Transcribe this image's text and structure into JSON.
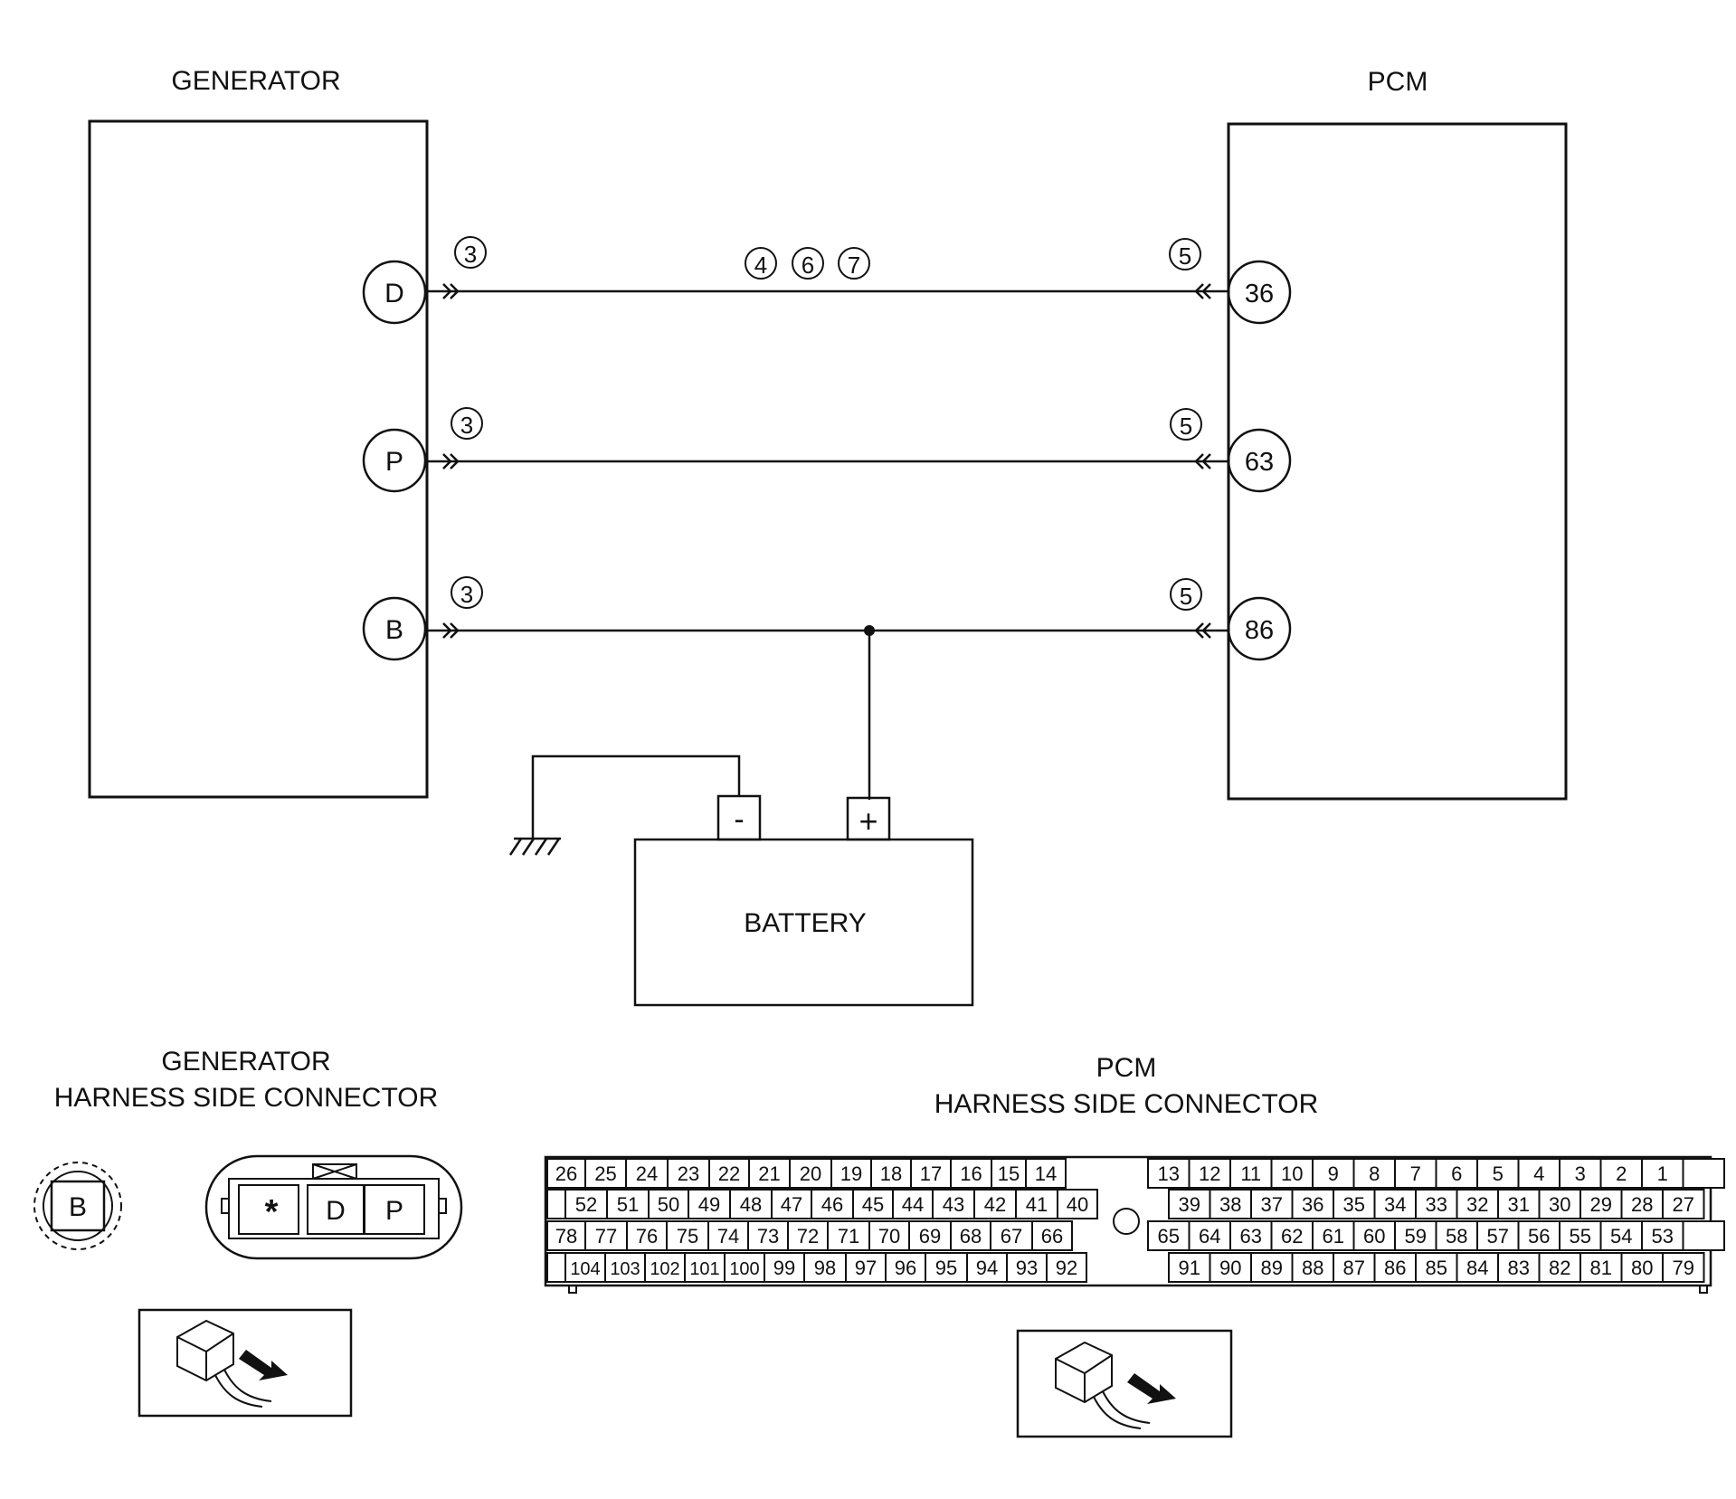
{
  "generator": {
    "title": "GENERATOR",
    "terminals": [
      "D",
      "P",
      "B"
    ]
  },
  "pcm": {
    "title": "PCM",
    "terminals": [
      "36",
      "63",
      "86"
    ]
  },
  "wires": [
    {
      "from": "D",
      "to": "36",
      "left_marks": [
        "3"
      ],
      "mid_marks": [
        "4",
        "6",
        "7"
      ],
      "right_marks": [
        "5"
      ]
    },
    {
      "from": "P",
      "to": "63",
      "left_marks": [
        "3"
      ],
      "mid_marks": [],
      "right_marks": [
        "5"
      ]
    },
    {
      "from": "B",
      "to": "86",
      "left_marks": [
        "3"
      ],
      "mid_marks": [],
      "right_marks": [
        "5"
      ]
    }
  ],
  "battery": {
    "label": "BATTERY",
    "neg": "-",
    "pos": "+"
  },
  "gen_connector": {
    "title_line1": "GENERATOR",
    "title_line2": "HARNESS SIDE CONNECTOR",
    "b_terminal": "B",
    "pins": [
      "*",
      "D",
      "P"
    ]
  },
  "pcm_connector": {
    "title_line1": "PCM",
    "title_line2": "HARNESS SIDE CONNECTOR",
    "left_block": {
      "rows": [
        [
          "26",
          "25",
          "24",
          "23",
          "22",
          "21",
          "20",
          "19",
          "18",
          "17",
          "16",
          "15",
          "14"
        ],
        [
          "",
          "52",
          "51",
          "50",
          "49",
          "48",
          "47",
          "46",
          "45",
          "44",
          "43",
          "42",
          "41",
          "40"
        ],
        [
          "78",
          "77",
          "76",
          "75",
          "74",
          "73",
          "72",
          "71",
          "70",
          "69",
          "68",
          "67",
          "66"
        ],
        [
          "",
          "104",
          "103",
          "102",
          "101",
          "100",
          "99",
          "98",
          "97",
          "96",
          "95",
          "94",
          "93",
          "92"
        ]
      ]
    },
    "right_block": {
      "rows": [
        [
          "13",
          "12",
          "11",
          "10",
          "9",
          "8",
          "7",
          "6",
          "5",
          "4",
          "3",
          "2",
          "1",
          ""
        ],
        [
          "39",
          "38",
          "37",
          "36",
          "35",
          "34",
          "33",
          "32",
          "31",
          "30",
          "29",
          "28",
          "27"
        ],
        [
          "65",
          "64",
          "63",
          "62",
          "61",
          "60",
          "59",
          "58",
          "57",
          "56",
          "55",
          "54",
          "53",
          ""
        ],
        [
          "91",
          "90",
          "89",
          "88",
          "87",
          "86",
          "85",
          "84",
          "83",
          "82",
          "81",
          "80",
          "79"
        ]
      ]
    }
  }
}
